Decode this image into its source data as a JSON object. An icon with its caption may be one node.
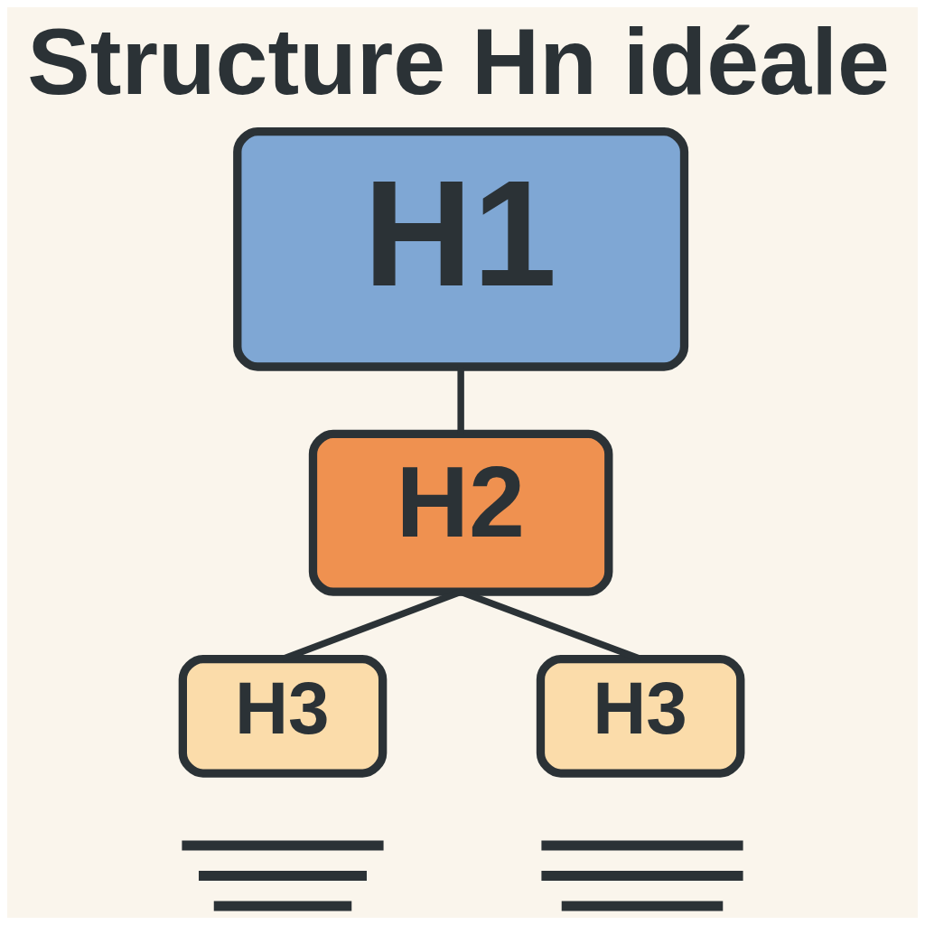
{
  "diagram": {
    "title": "Structure Hn idéale",
    "nodes": [
      {
        "text": [
          "H1"
        ]
      },
      {
        "text": [
          "H2"
        ]
      },
      {
        "text": [
          "H3"
        ]
      },
      {
        "text": [
          "H3"
        ]
      }
    ],
    "edges": [
      {
        "from": 0,
        "to": 1,
        "arrow": "none"
      },
      {
        "from": 1,
        "to": 2,
        "arrow": "none"
      },
      {
        "from": 1,
        "to": 3,
        "arrow": "none"
      }
    ]
  }
}
